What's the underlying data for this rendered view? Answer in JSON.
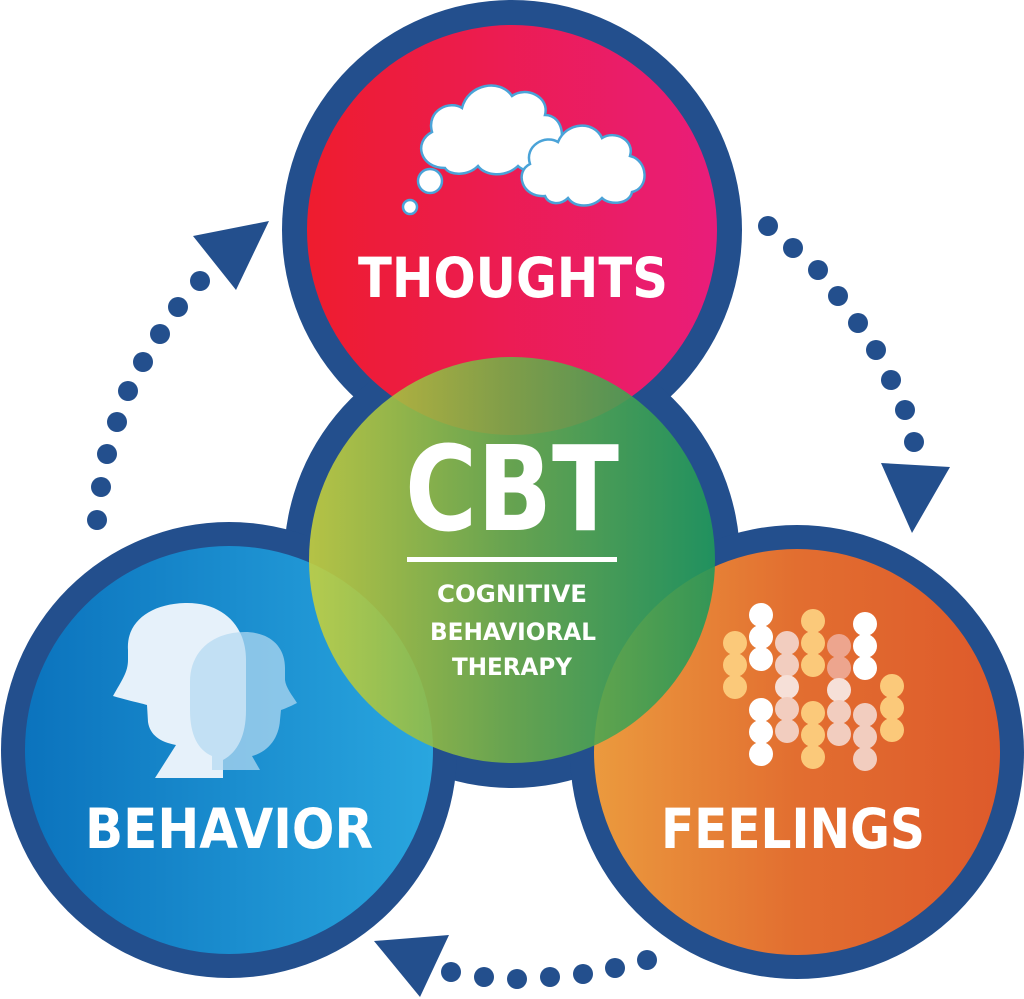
{
  "diagram": {
    "center": {
      "acronym": "CBT",
      "subtitle_lines": [
        "COGNITIVE",
        "BEHAVIORAL",
        "THERAPY"
      ]
    },
    "nodes": [
      {
        "id": "thoughts",
        "label": "THOUGHTS",
        "icon": "thought-clouds-icon",
        "gradient": [
          "#ee1c2e",
          "#e91d7a"
        ]
      },
      {
        "id": "feelings",
        "label": "FEELINGS",
        "icon": "emotion-dots-icon",
        "gradient": [
          "#eb9a3e",
          "#de5a2b"
        ]
      },
      {
        "id": "behavior",
        "label": "BEHAVIOR",
        "icon": "two-heads-icon",
        "gradient": [
          "#0b73bd",
          "#29a6df"
        ]
      }
    ],
    "cycle": [
      "thoughts",
      "feelings",
      "behavior",
      "thoughts"
    ],
    "colors": {
      "outline": "#234f8d",
      "center_gradient": [
        "#c8d43a",
        "#23995a"
      ],
      "text": "#ffffff"
    }
  }
}
